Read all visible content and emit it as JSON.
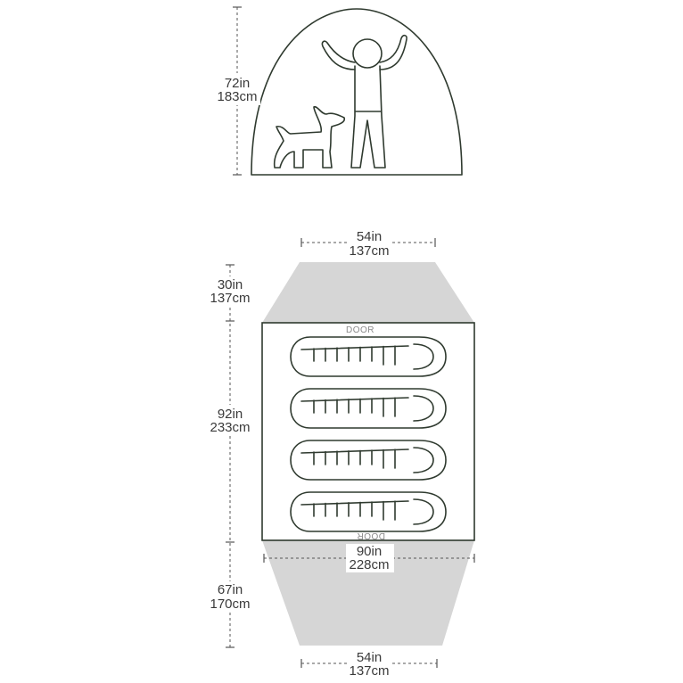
{
  "height_dimension": {
    "in": "72in",
    "cm": "183cm"
  },
  "vestibule_front_depth": {
    "in": "30in",
    "cm": "137cm"
  },
  "floor_length": {
    "in": "92in",
    "cm": "233cm"
  },
  "vestibule_back_depth": {
    "in": "67in",
    "cm": "170cm"
  },
  "top_width": {
    "in": "54in",
    "cm": "137cm"
  },
  "floor_width": {
    "in": "90in",
    "cm": "228cm"
  },
  "bottom_width": {
    "in": "54in",
    "cm": "137cm"
  },
  "door_top_label": "DOOR",
  "door_bottom_label": "DOOR",
  "sleeping_bag_count": 4,
  "colors": {
    "vestibule_fill": "#d6d6d6",
    "outline": "#2f3a2f",
    "text": "#3a3a3a"
  }
}
